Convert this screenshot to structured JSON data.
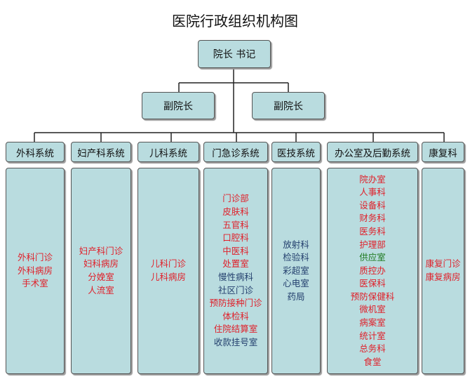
{
  "title": "医院行政组织机构图",
  "root": "院长 书记",
  "vice_presidents": [
    "副院长",
    "副院长"
  ],
  "colors": {
    "box_fill": "#b9dcdf",
    "red": "#e0202a",
    "blue": "#24406e",
    "green": "#1f7a1f"
  },
  "departments": [
    {
      "name": "外科系统",
      "items": [
        {
          "text": "外科门诊",
          "color": "red"
        },
        {
          "text": "外科病房",
          "color": "red"
        },
        {
          "text": "手术室",
          "color": "red"
        }
      ]
    },
    {
      "name": "妇产科系统",
      "items": [
        {
          "text": "妇产科门诊",
          "color": "red"
        },
        {
          "text": "妇科病房",
          "color": "red"
        },
        {
          "text": "分娩室",
          "color": "red"
        },
        {
          "text": "人流室",
          "color": "red"
        }
      ]
    },
    {
      "name": "儿科系统",
      "items": [
        {
          "text": "儿科门诊",
          "color": "red"
        },
        {
          "text": "儿科病房",
          "color": "red"
        }
      ]
    },
    {
      "name": "门急诊系统",
      "items": [
        {
          "text": "门诊部",
          "color": "red"
        },
        {
          "text": "皮肤科",
          "color": "red"
        },
        {
          "text": "五官科",
          "color": "red"
        },
        {
          "text": "口腔科",
          "color": "red"
        },
        {
          "text": "中医科",
          "color": "red"
        },
        {
          "text": "处置室",
          "color": "red"
        },
        {
          "text": "慢性病科",
          "color": "blue"
        },
        {
          "text": "社区门诊",
          "color": "blue"
        },
        {
          "text": "预防接种门诊",
          "color": "red"
        },
        {
          "text": "体检科",
          "color": "red"
        },
        {
          "text": "住院结算室",
          "color": "red"
        },
        {
          "text": "收款挂号室",
          "color": "blue"
        }
      ]
    },
    {
      "name": "医技系统",
      "items": [
        {
          "text": "放射科",
          "color": "blue"
        },
        {
          "text": "检验科",
          "color": "blue"
        },
        {
          "text": "彩超室",
          "color": "blue"
        },
        {
          "text": "心电室",
          "color": "blue"
        },
        {
          "text": "药局",
          "color": "blue"
        }
      ]
    },
    {
      "name": "办公室及后勤系统",
      "items": [
        {
          "text": "院办室",
          "color": "red"
        },
        {
          "text": "人事科",
          "color": "red"
        },
        {
          "text": "设备科",
          "color": "red"
        },
        {
          "text": "财务科",
          "color": "red"
        },
        {
          "text": "医务科",
          "color": "red"
        },
        {
          "text": "护理部",
          "color": "red"
        },
        {
          "text": "供应室",
          "color": "green"
        },
        {
          "text": "质控办",
          "color": "red"
        },
        {
          "text": "医保科",
          "color": "red"
        },
        {
          "text": "预防保健科",
          "color": "red"
        },
        {
          "text": "微机室",
          "color": "red"
        },
        {
          "text": "病案室",
          "color": "red"
        },
        {
          "text": "统计室",
          "color": "red"
        },
        {
          "text": "总务科",
          "color": "red"
        },
        {
          "text": "食堂",
          "color": "red"
        }
      ]
    },
    {
      "name": "康复科",
      "items": [
        {
          "text": "康复门诊",
          "color": "red"
        },
        {
          "text": "康复病房",
          "color": "red"
        }
      ]
    }
  ]
}
